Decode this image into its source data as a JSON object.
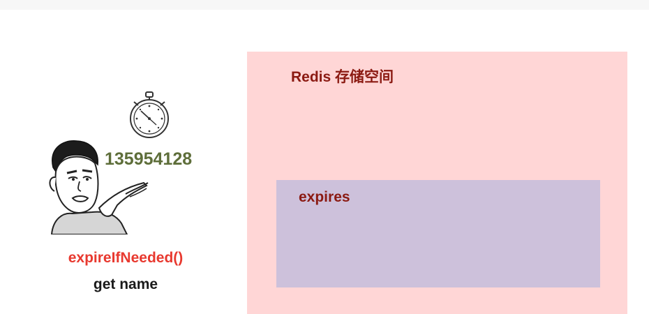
{
  "storage": {
    "title": "Redis 存储空间",
    "expires_label": "expires"
  },
  "client": {
    "timestamp": "135954128",
    "function_call": "expireIfNeeded()",
    "command": "get name"
  },
  "icons": {
    "stopwatch": "stopwatch-icon",
    "character": "pointing-character-illustration"
  },
  "colors": {
    "storage_bg": "#ffd6d6",
    "expires_bg": "#cdc1db",
    "title_text": "#8b1a12",
    "timestamp_text": "#5e6e3a",
    "function_text": "#e8392f",
    "command_text": "#1a1a1a"
  }
}
